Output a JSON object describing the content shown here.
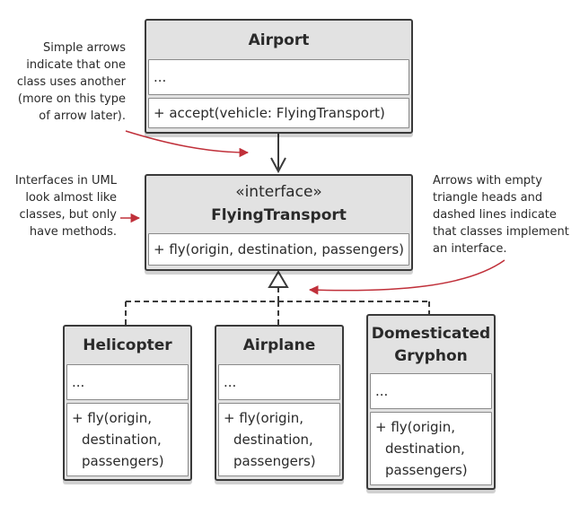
{
  "airport": {
    "title": "Airport",
    "fields": "...",
    "method": "+ accept(vehicle: FlyingTransport)"
  },
  "interface": {
    "stereotype": "«interface»",
    "title": "FlyingTransport",
    "method": "+ fly(origin, destination, passengers)"
  },
  "helicopter": {
    "title": "Helicopter",
    "fields": "...",
    "method_lines": [
      "+ fly(origin,",
      "destination,",
      "passengers)"
    ]
  },
  "airplane": {
    "title": "Airplane",
    "fields": "...",
    "method_lines": [
      "+ fly(origin,",
      "destination,",
      "passengers)"
    ]
  },
  "gryphon": {
    "title_lines": [
      "Domesticated",
      "Gryphon"
    ],
    "fields": "...",
    "method_lines": [
      "+ fly(origin,",
      "destination,",
      "passengers)"
    ]
  },
  "notes": {
    "uses": [
      "Simple arrows",
      "indicate that one",
      "class uses another",
      "(more on this type",
      "of arrow later)."
    ],
    "interfaces": [
      "Interfaces in UML",
      "look almost like",
      "classes, but only",
      "have methods."
    ],
    "implements": [
      "Arrows with empty",
      "triangle heads and",
      "dashed lines indicate",
      "that classes implement",
      "an interface."
    ]
  },
  "colors": {
    "accent_arrow": "#c0303a",
    "border": "#3a3a3a",
    "header_fill": "#e2e2e2"
  }
}
